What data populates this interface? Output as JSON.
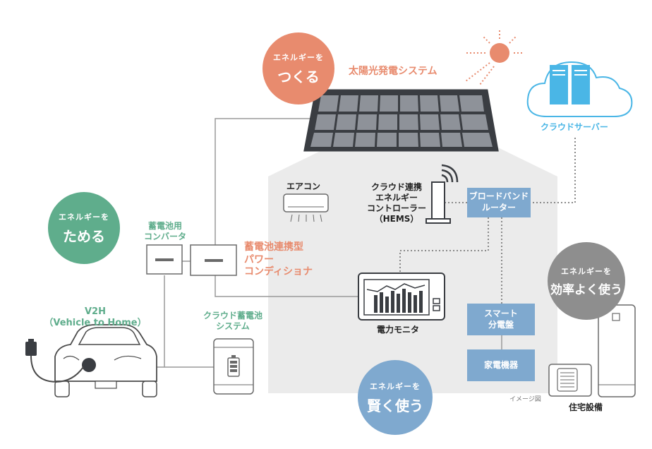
{
  "colors": {
    "orange": "#e88b6e",
    "green": "#5fad8c",
    "blue": "#7fa9cf",
    "cloud_blue": "#4ab6e6",
    "gray": "#8e8e8e",
    "house": "#ebebeb",
    "line": "#9a9a9a"
  },
  "circles": {
    "create": {
      "small": "エネルギーを",
      "big": "つくる"
    },
    "store": {
      "small": "エネルギーを",
      "big": "ためる"
    },
    "smart": {
      "small": "エネルギーを",
      "big": "賢く使う"
    },
    "efficient": {
      "small": "エネルギーを",
      "big": "効率よく使う"
    }
  },
  "labels": {
    "solar": "太陽光発電システム",
    "cloud_server": "クラウドサーバー",
    "aircon": "エアコン",
    "hems": [
      "クラウド連携",
      "エネルギー",
      "コントローラー",
      "（HEMS）"
    ],
    "router": [
      "ブロードバンド",
      "ルーター"
    ],
    "battery_converter": [
      "蓄電池用",
      "コンバータ"
    ],
    "power_conditioner": [
      "蓄電池連携型",
      "パワー",
      "コンディショナ"
    ],
    "power_monitor": "電力モニタ",
    "smart_panel": [
      "スマート",
      "分電盤"
    ],
    "appliances": "家電機器",
    "v2h": [
      "V2H",
      "（Vehicle to Home）"
    ],
    "cloud_battery": [
      "クラウド蓄電池",
      "システム"
    ],
    "housing_equipment": "住宅設備",
    "image_note": "イメージ図"
  },
  "icons": {
    "sun": "sun-icon",
    "cloud": "cloud-icon",
    "server": "server-icon",
    "wifi": "wifi-icon",
    "battery": "battery-icon",
    "car": "car-icon"
  }
}
